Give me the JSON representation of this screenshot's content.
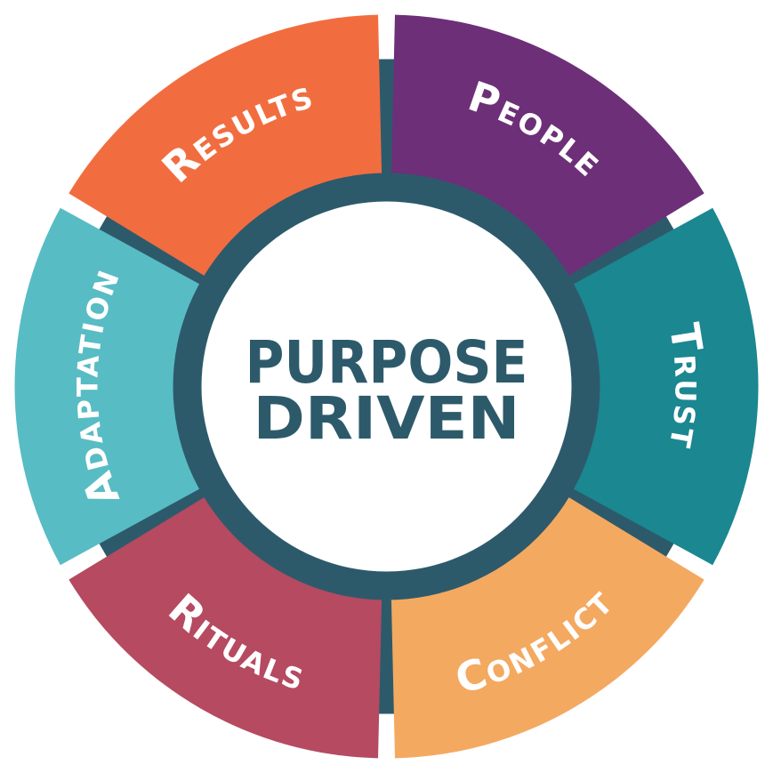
{
  "center": {
    "line1": "PURPOSE",
    "line2": "DRIVEN",
    "text_color": "#2d5a6b",
    "ring_color": "#2d5a6b",
    "fill_color": "#ffffff"
  },
  "segments": [
    {
      "id": "people",
      "label": "People",
      "color": "#6d2f78"
    },
    {
      "id": "trust",
      "label": "Trust",
      "color": "#1b8790"
    },
    {
      "id": "conflict",
      "label": "Conflict",
      "color": "#f4a960"
    },
    {
      "id": "rituals",
      "label": "Rituals",
      "color": "#b54a60"
    },
    {
      "id": "adaptation",
      "label": "Adaptation",
      "color": "#58bcc4"
    },
    {
      "id": "results",
      "label": "Results",
      "color": "#f16d40"
    }
  ],
  "colors": {
    "background": "#ffffff",
    "connector": "#2d5a6b",
    "label_text": "#ffffff"
  }
}
